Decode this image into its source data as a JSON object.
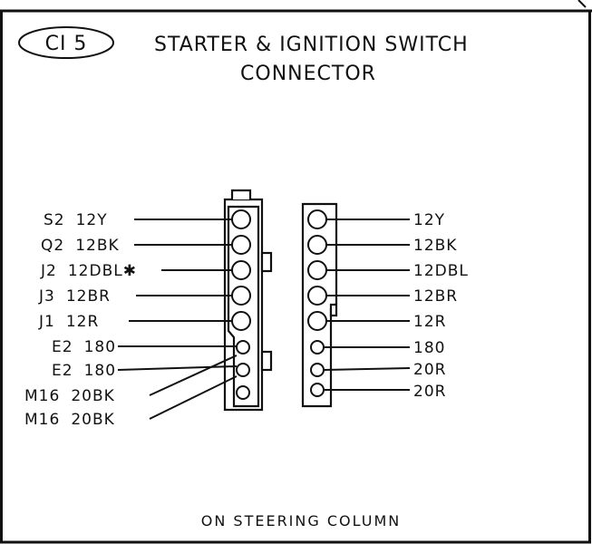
{
  "badge": "CI  5",
  "title_line1": "STARTER & IGNITION  SWITCH",
  "title_line2": "CONNECTOR",
  "footer": "ON  STEERING  COLUMN",
  "left_labels": [
    {
      "circuit": "S2",
      "wire": "12Y"
    },
    {
      "circuit": "Q2",
      "wire": "12BK"
    },
    {
      "circuit": "J2",
      "wire": "12DBL✱"
    },
    {
      "circuit": "J3",
      "wire": "12BR"
    },
    {
      "circuit": "J1",
      "wire": "12R"
    },
    {
      "circuit": "E2",
      "wire": "180"
    },
    {
      "circuit": "E2",
      "wire": "180"
    },
    {
      "circuit": "M16",
      "wire": "20BK"
    },
    {
      "circuit": "M16",
      "wire": "20BK"
    }
  ],
  "right_labels": [
    "12Y",
    "12BK",
    "12DBL",
    "12BR",
    "12R",
    "180",
    "20R",
    "20R"
  ]
}
